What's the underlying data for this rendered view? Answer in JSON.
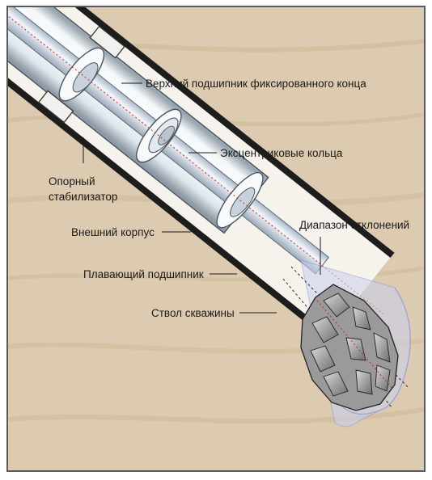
{
  "diagram": {
    "labels": {
      "upper_bearing": "Верхний подшипник фиксированного конца",
      "eccentric_rings": "Эксцентриковые кольца",
      "support_stabilizer_line1": "Опорный",
      "support_stabilizer_line2": "стабилизатор",
      "deflection_range": "Диапазон отклонений",
      "outer_housing": "Внешний корпус",
      "floating_bearing": "Плавающий подшипник",
      "wellbore": "Ствол скважины"
    },
    "colors": {
      "earth": "#dccbb0",
      "earth_stripe": "#c8b390",
      "borehole_wall": "#1c1c1c",
      "housing": "#e8eef2",
      "shaft": "#d7e0ea",
      "cone": "#c9cfee",
      "axis_line": "#cc2222",
      "frame": "#5a5a5a"
    }
  }
}
